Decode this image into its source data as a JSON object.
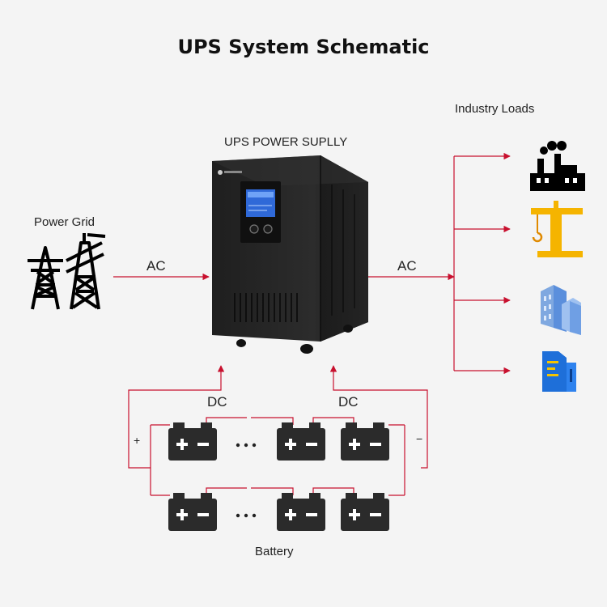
{
  "diagram": {
    "title": "UPS System Schematic",
    "ups_label": "UPS POWER SUPLLY",
    "grid_label": "Power Grid",
    "ac_in_label": "AC",
    "ac_out_label": "AC",
    "loads_label": "Industry Loads",
    "dc_left_label": "DC",
    "dc_right_label": "DC",
    "plus_sign": "+",
    "minus_sign": "−",
    "battery_label": "Battery",
    "ellipsis": "• • •",
    "battery_plus": "+",
    "battery_minus": "−",
    "line_color": "#c8102e",
    "icons": [
      "power-tower-icon",
      "factory-icon",
      "crane-icon",
      "building-icon",
      "office-icon"
    ]
  }
}
